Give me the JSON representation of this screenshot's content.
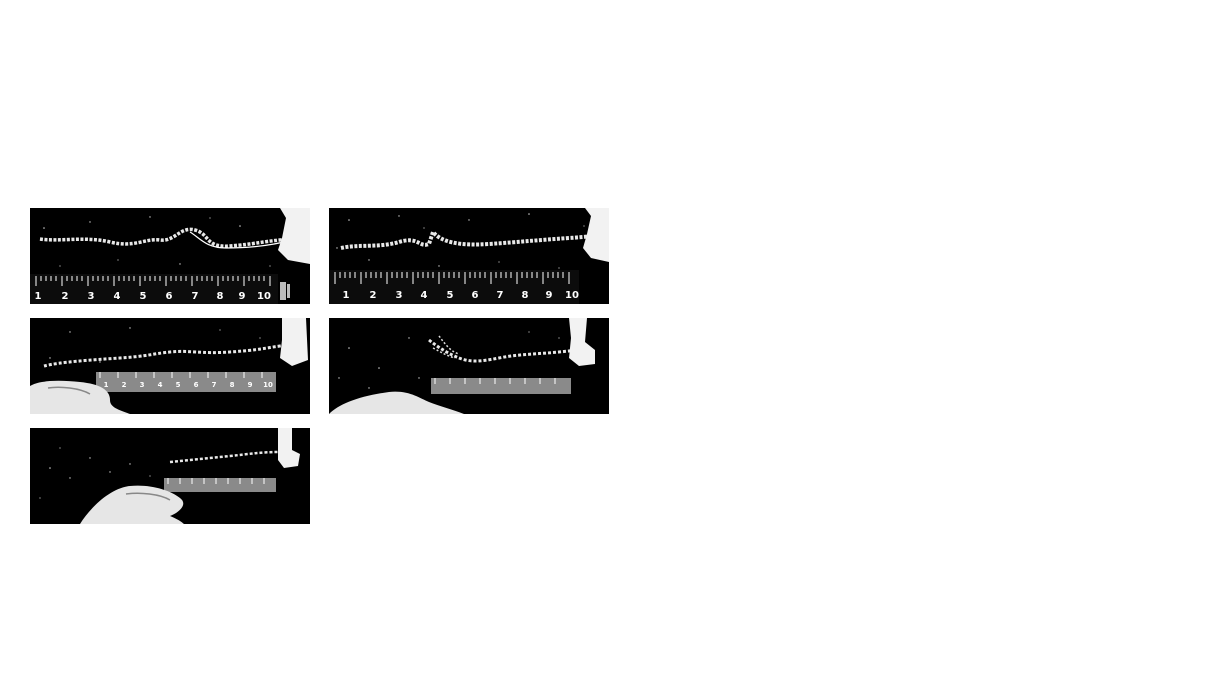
{
  "photos": [
    {
      "id": "photo-1",
      "ruler_labels": [
        "1",
        "2",
        "3",
        "4",
        "5",
        "6",
        "7",
        "8",
        "9",
        "10"
      ]
    },
    {
      "id": "photo-2",
      "ruler_labels": [
        "1",
        "2",
        "3",
        "4",
        "5",
        "6",
        "7",
        "8",
        "9",
        "10"
      ]
    },
    {
      "id": "photo-3",
      "ruler_labels": [
        "1",
        "2",
        "3",
        "4",
        "5",
        "6",
        "7",
        "8",
        "9",
        "10"
      ]
    },
    {
      "id": "photo-4",
      "ruler_labels": []
    },
    {
      "id": "photo-5",
      "ruler_labels": []
    }
  ]
}
